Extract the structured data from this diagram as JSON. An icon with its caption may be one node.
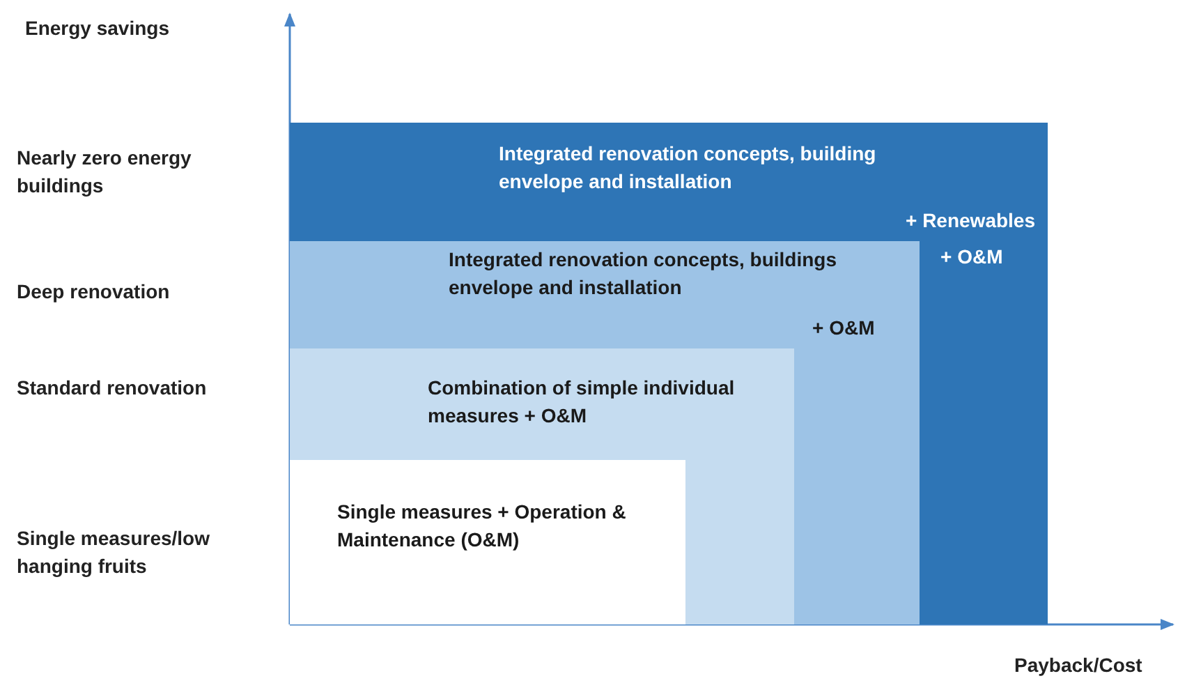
{
  "diagram": {
    "nodes": [
      {
        "text": [
          "Integrated renovation concepts, building envelope and installation",
          "+ Renewables",
          "+ O&M"
        ]
      },
      {
        "text": [
          "Integrated renovation concepts, buildings envelope and installation",
          "+ O&M"
        ],
        "in": 0
      },
      {
        "text": [
          "Combination of simple individual measures + O&M"
        ],
        "in": 1
      },
      {
        "text": [
          "Single measures + Operation & Maintenance (O&M)"
        ],
        "in": 2
      }
    ],
    "edges": [],
    "labels": [
      "Energy savings",
      "Nearly zero energy buildings",
      "Deep renovation",
      "Standard renovation",
      "Single measures/low hanging fruits",
      "Payback/Cost"
    ]
  }
}
